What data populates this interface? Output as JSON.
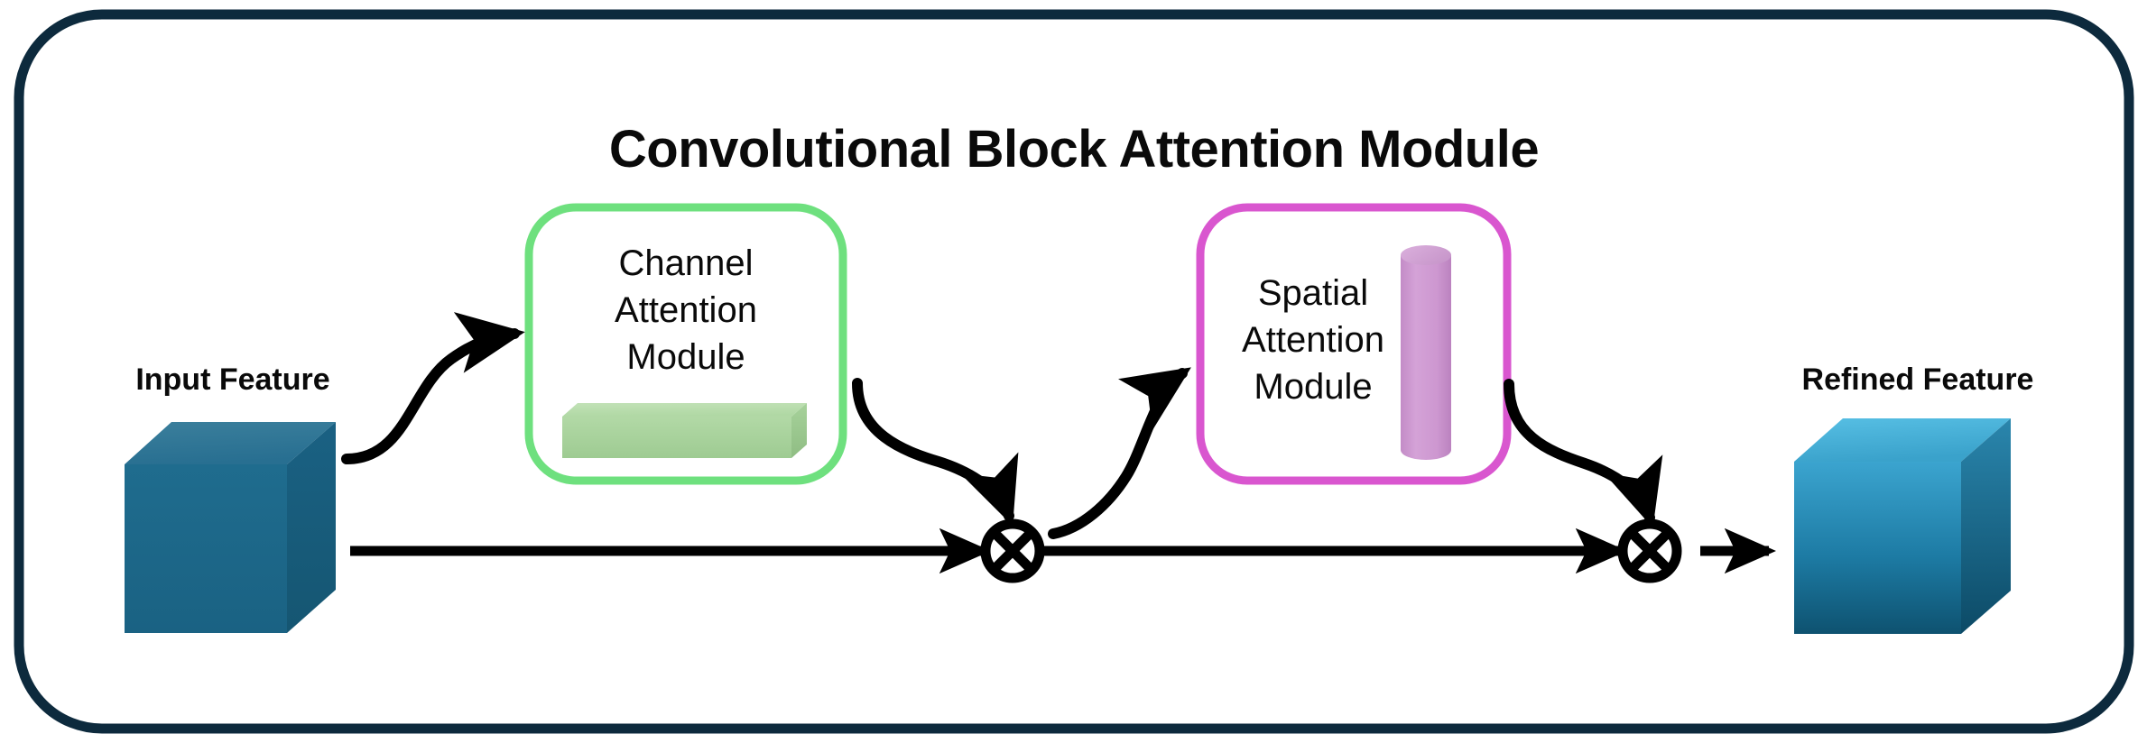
{
  "diagram": {
    "title": "Convolutional Block Attention Module",
    "outer_border_color": "#0d2a3d",
    "background": "#ffffff"
  },
  "nodes": {
    "input_feature": {
      "label": "Input Feature",
      "shape": "cube-3d",
      "face_color": "#1d6586",
      "top_color": "#2b7596",
      "side_color": "#155b79"
    },
    "refined_feature": {
      "label": "Refined Feature",
      "shape": "cube-3d",
      "face_color_top": "#2f9bc9",
      "face_color_bottom": "#10536f",
      "top_color": "#49b3dc",
      "side_color": "#17597a"
    },
    "channel_attention": {
      "label_lines": [
        "Channel",
        "Attention",
        "Module"
      ],
      "border_color": "#6ee07e",
      "fill": "#ffffff",
      "glyph": "horizontal-bar-3d",
      "glyph_color": "#a6d49a",
      "glyph_top_color": "#b9dfae",
      "glyph_side_color": "#8fbf84"
    },
    "spatial_attention": {
      "label_lines": [
        "Spatial",
        "Attention",
        "Module"
      ],
      "border_color": "#d956cf",
      "fill": "#ffffff",
      "glyph": "vertical-cylinder-3d",
      "glyph_color": "#cf9ad2",
      "glyph_top_color": "#ddb0de"
    }
  },
  "operators": [
    {
      "name": "multiply-1",
      "symbol": "⊗",
      "meaning": "element-wise multiplication"
    },
    {
      "name": "multiply-2",
      "symbol": "⊗",
      "meaning": "element-wise multiplication"
    }
  ],
  "edges": [
    {
      "from": "input_feature",
      "to": "channel_attention",
      "style": "curved-arrow"
    },
    {
      "from": "input_feature",
      "to": "multiply-1",
      "style": "straight-arrow"
    },
    {
      "from": "channel_attention",
      "to": "multiply-1",
      "style": "curved-arrow"
    },
    {
      "from": "multiply-1",
      "to": "spatial_attention",
      "style": "curved-arrow"
    },
    {
      "from": "multiply-1",
      "to": "multiply-2",
      "style": "straight-arrow"
    },
    {
      "from": "spatial_attention",
      "to": "multiply-2",
      "style": "curved-arrow"
    },
    {
      "from": "multiply-2",
      "to": "refined_feature",
      "style": "straight-arrow"
    }
  ],
  "chart_data": {
    "type": "diagram",
    "title": "Convolutional Block Attention Module",
    "nodes": [
      "Input Feature",
      "Channel Attention Module",
      "Spatial Attention Module",
      "Refined Feature"
    ],
    "operators": [
      "⊗",
      "⊗"
    ],
    "flow": "Input Feature → Channel Attention Module → ⊗ → Spatial Attention Module → ⊗ → Refined Feature"
  }
}
